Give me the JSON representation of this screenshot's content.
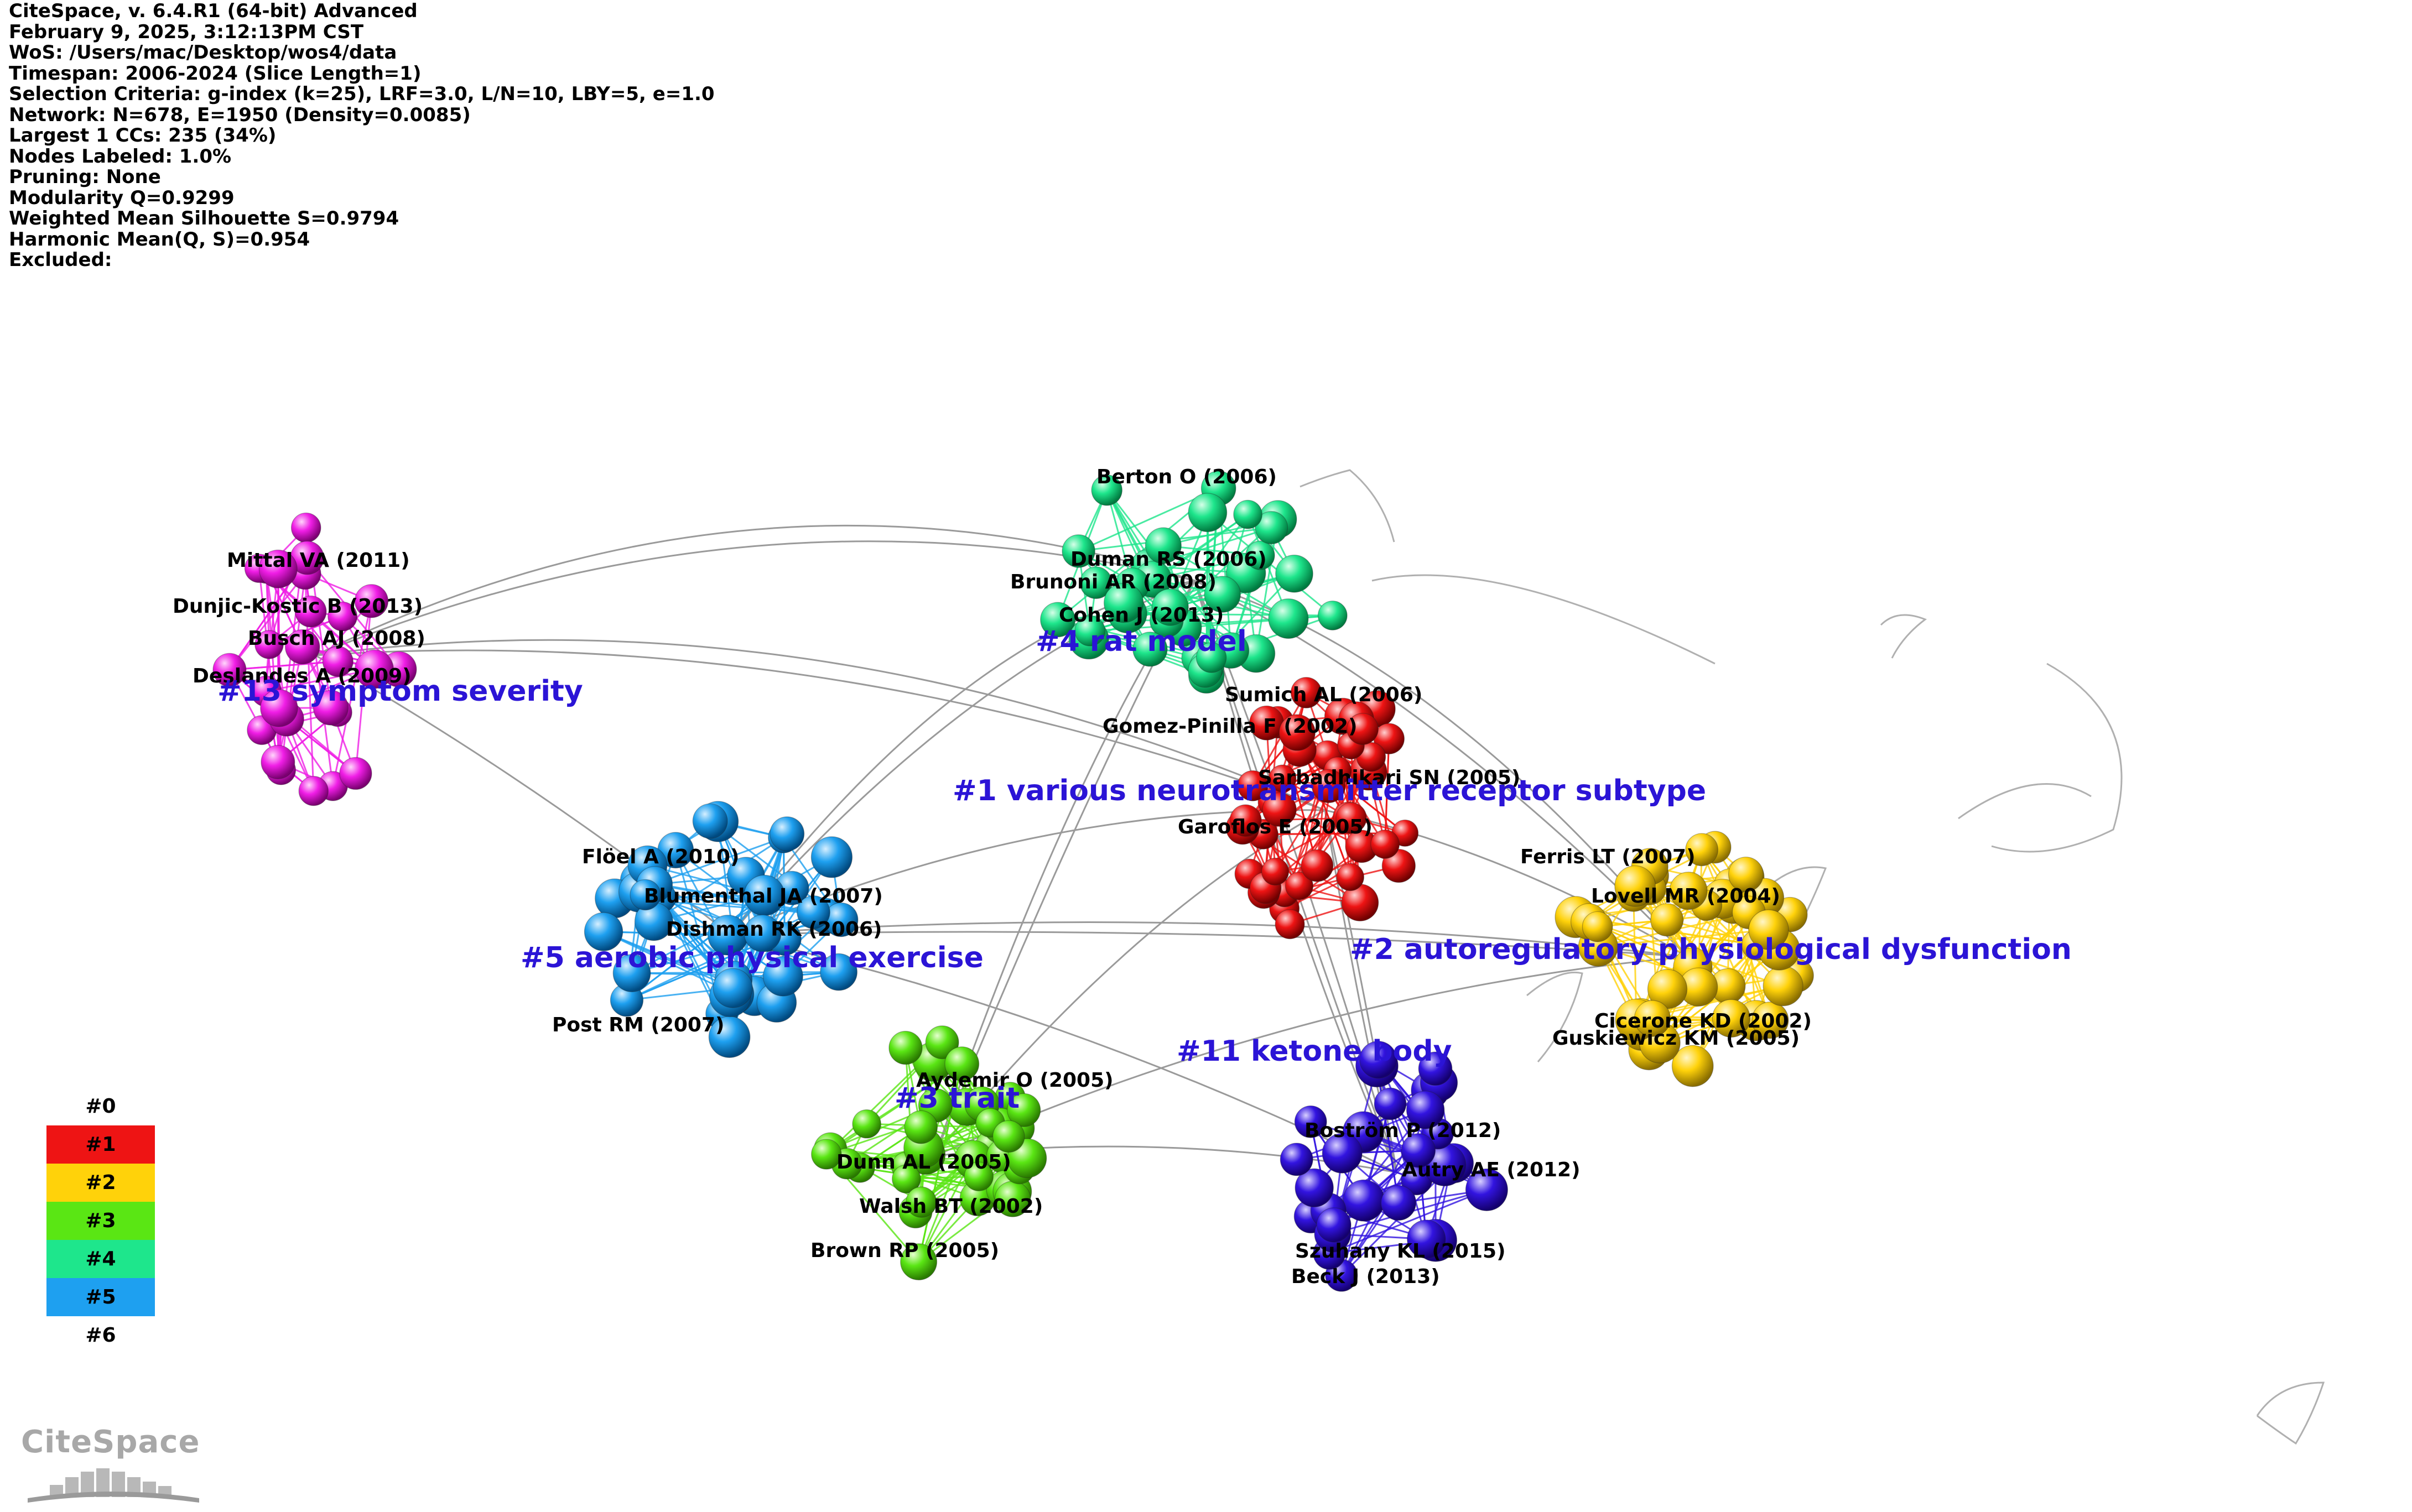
{
  "header": {
    "lines": [
      "CiteSpace, v. 6.4.R1 (64-bit) Advanced",
      "February 9, 2025, 3:12:13PM CST",
      "WoS: /Users/mac/Desktop/wos4/data",
      "Timespan: 2006-2024 (Slice Length=1)",
      "Selection Criteria: g-index (k=25), LRF=3.0, L/N=10, LBY=5, e=1.0",
      "Network: N=678, E=1950 (Density=0.0085)",
      "Largest 1 CCs: 235 (34%)",
      "Nodes Labeled: 1.0%",
      "Pruning: None",
      "Modularity Q=0.9299",
      "Weighted Mean Silhouette S=0.9794",
      "Harmonic Mean(Q, S)=0.954",
      "Excluded:"
    ]
  },
  "clusters": [
    {
      "id": "c13",
      "label": "#13 symptom severity",
      "color": "#f01ee6"
    },
    {
      "id": "c4",
      "label": "#4 rat model",
      "color": "#1ee68c"
    },
    {
      "id": "c1",
      "label": "#1 various neurotransmitter receptor subtype",
      "color": "#ee1414"
    },
    {
      "id": "c5",
      "label": "#5 aerobic physical exercise",
      "color": "#1ea0f0"
    },
    {
      "id": "c2",
      "label": "#2 autoregulatory physiological dysfunction",
      "color": "#ffd20a"
    },
    {
      "id": "c3",
      "label": "#3 trait",
      "color": "#5ae614"
    },
    {
      "id": "c11",
      "label": "#11 ketone body",
      "color": "#3214e0"
    }
  ],
  "node_labels": [
    "Mittal VA (2011)",
    "Dunjic-Kostic B (2013)",
    "Busch AJ (2008)",
    "Deslandes A (2009)",
    "Berton O (2006)",
    "Duman RS (2006)",
    "Brunoni AR (2008)",
    "Cohen J (2013)",
    "Sumich AL (2006)",
    "Gomez-Pinilla F (2002)",
    "Sarbadhikari SN (2005)",
    "Garoflos E (2005)",
    "Flöel A (2010)",
    "Blumenthal JA (2007)",
    "Dishman RK (2006)",
    "Post RM (2007)",
    "Ferris LT (2007)",
    "Lovell MR (2004)",
    "Cicerone KD (2002)",
    "Guskiewicz KM (2005)",
    "Aydemir O (2005)",
    "Dunn AL (2005)",
    "Walsh BT (2002)",
    "Brown RP (2005)",
    "Boström P (2012)",
    "Autry AE (2012)",
    "Szuhany KL (2015)",
    "Beck J (2013)"
  ],
  "legend": [
    {
      "label": "#0",
      "color": "#ffffff"
    },
    {
      "label": "#1",
      "color": "#ee1414"
    },
    {
      "label": "#2",
      "color": "#ffd20a"
    },
    {
      "label": "#3",
      "color": "#5ae614"
    },
    {
      "label": "#4",
      "color": "#1ee68c"
    },
    {
      "label": "#5",
      "color": "#1ea0f0"
    },
    {
      "label": "#6",
      "color": "#ffffff"
    }
  ],
  "logo": {
    "text": "CiteSpace"
  }
}
